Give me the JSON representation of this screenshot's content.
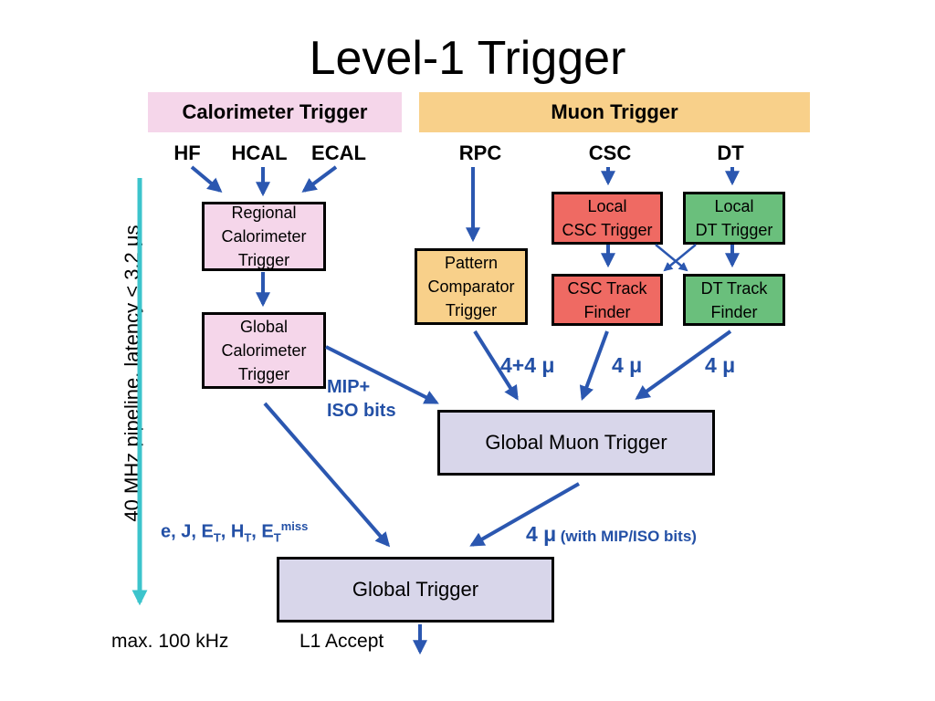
{
  "title": "Level-1 Trigger",
  "sections": {
    "calorimeter": "Calorimeter Trigger",
    "muon": "Muon Trigger"
  },
  "sources": {
    "hf": "HF",
    "hcal": "HCAL",
    "ecal": "ECAL",
    "rpc": "RPC",
    "csc": "CSC",
    "dt": "DT"
  },
  "boxes": {
    "regional_calo": [
      "Regional",
      "Calorimeter",
      "Trigger"
    ],
    "global_calo": [
      "Global",
      "Calorimeter",
      "Trigger"
    ],
    "pattern_comparator": [
      "Pattern",
      "Comparator",
      "Trigger"
    ],
    "local_csc": [
      "Local",
      "CSC Trigger"
    ],
    "local_dt": [
      "Local",
      "DT Trigger"
    ],
    "csc_track_finder": [
      "CSC Track",
      "Finder"
    ],
    "dt_track_finder": [
      "DT Track",
      "Finder"
    ],
    "global_muon": "Global Muon Trigger",
    "global_trigger": "Global Trigger"
  },
  "labels": {
    "mip_iso": [
      "MIP+",
      "ISO bits"
    ],
    "rpc_muons": "4+4 μ",
    "csc_muons": "4 μ",
    "dt_muons": "4 μ",
    "gmt_muons": "4 μ",
    "gmt_muons_note": "(with MIP/ISO bits)",
    "calo_outputs": {
      "prefix": "e, J, E",
      "et_sub": "T",
      "sep1": ", H",
      "ht_sub": "T",
      "sep2": ", E",
      "etm_sub": "T",
      "etm_sup": "miss"
    },
    "pipeline": "40 MHz pipeline,  latency < 3.2 μs",
    "max_rate": "max. 100 kHz",
    "l1_accept": "L1 Accept"
  },
  "colors": {
    "arrow": "#2b57b0",
    "pipeline_arrow": "#3cc4cc",
    "calo_pink": "#f5d6ea",
    "muon_orange": "#f8d08a",
    "csc_red": "#ef6a63",
    "dt_green": "#6abf7c",
    "global_lavender": "#d8d6ea"
  }
}
